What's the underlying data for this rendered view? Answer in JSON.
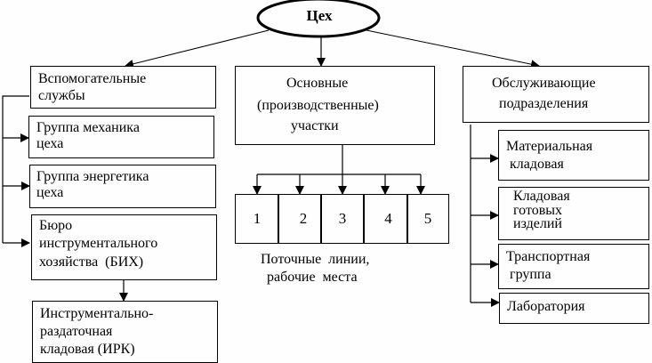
{
  "root": {
    "label": "Цех"
  },
  "left": {
    "header": [
      "Вспомогательные",
      "службы"
    ],
    "items": [
      {
        "lines": [
          "Группа механика",
          "цеха"
        ]
      },
      {
        "lines": [
          "Группа энергетика",
          "цеха"
        ]
      },
      {
        "lines": [
          "Бюро",
          "инструментального",
          "хозяйства  (БИХ)"
        ]
      }
    ],
    "sub": {
      "lines": [
        "Инструментально-",
        "раздаточная",
        "кладовая (ИРК)"
      ]
    }
  },
  "center": {
    "header": [
      "Основные",
      "(производственные)",
      "участки"
    ],
    "cells": [
      "1",
      "2",
      "3",
      "4",
      "5"
    ],
    "caption": [
      "Поточные  линии,",
      "рабочие  места"
    ]
  },
  "right": {
    "header": [
      "Обслуживающие",
      "подразделения"
    ],
    "items": [
      {
        "lines": [
          "Материальная",
          " кладовая"
        ]
      },
      {
        "lines": [
          "Кладовая",
          "готовых",
          "изделий"
        ]
      },
      {
        "lines": [
          "Транспортная",
          " группа"
        ]
      },
      {
        "lines": [
          "Лаборатория"
        ]
      }
    ]
  }
}
